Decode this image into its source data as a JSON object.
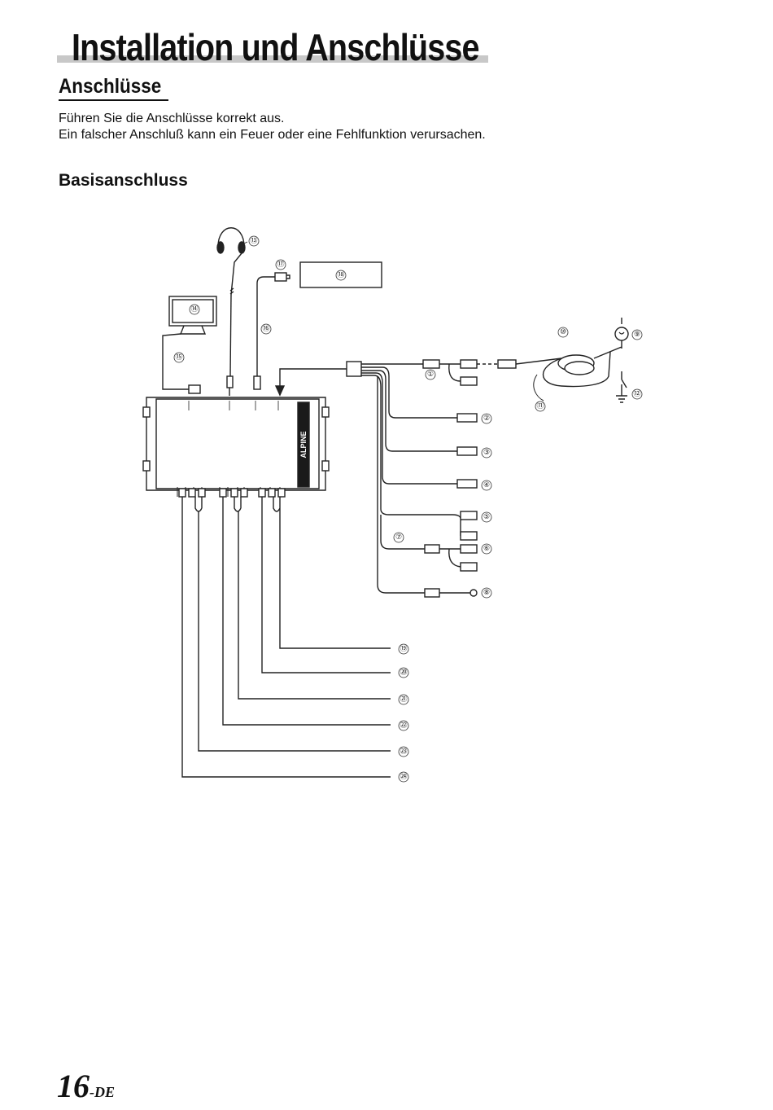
{
  "heading": "Installation und Anschlüsse",
  "section_title": "Anschlüsse",
  "intro": {
    "line1": "Führen Sie die Anschlüsse korrekt aus.",
    "line2": "Ein falscher Anschluß kann ein Feuer oder eine Fehlfunktion verursachen."
  },
  "subsection_title": "Basisanschluss",
  "diagram": {
    "brand": "ALPINE",
    "callouts": [
      "①",
      "②",
      "③",
      "④",
      "⑤",
      "⑥",
      "⑦",
      "⑧",
      "⑨",
      "⑩",
      "⑪",
      "⑫",
      "⑬",
      "⑭",
      "⑮",
      "⑯",
      "⑰",
      "⑱",
      "⑲",
      "⑳",
      "㉑",
      "㉒",
      "㉓",
      "㉔"
    ]
  },
  "page_number": {
    "number": "16",
    "suffix": "-DE"
  }
}
